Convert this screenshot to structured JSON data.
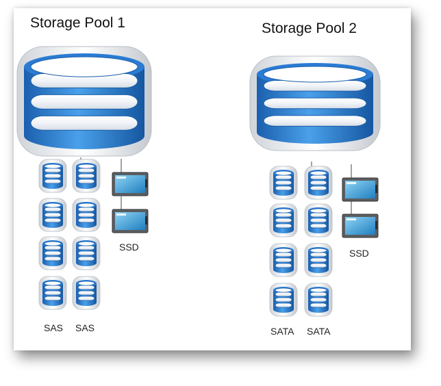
{
  "pools": [
    {
      "title": "Storage Pool 1",
      "disk_column_labels": [
        "SAS",
        "SAS"
      ],
      "ssd_label": "SSD",
      "disks_per_column": 4,
      "ssd_count": 2
    },
    {
      "title": "Storage Pool 2",
      "disk_column_labels": [
        "SATA",
        "SATA"
      ],
      "ssd_label": "SSD",
      "disks_per_column": 4,
      "ssd_count": 2
    }
  ],
  "colors": {
    "pool_blue": "#1f6fc4",
    "pool_blue_light": "#4a9be6",
    "disk_blue": "#2a7bd3",
    "ssd_frame": "#555555",
    "ssd_screen": "#3aa0d8"
  }
}
